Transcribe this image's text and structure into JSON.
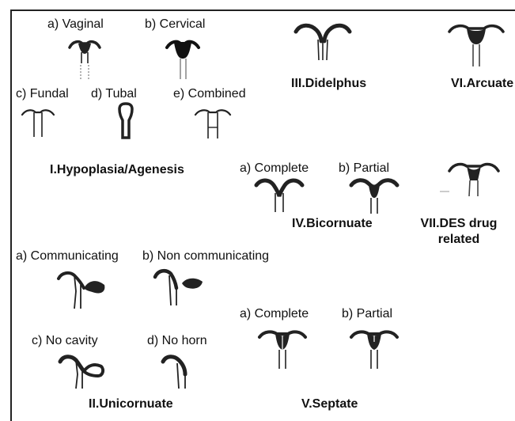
{
  "class_I": {
    "title": "I.Hypoplasia/Agenesis",
    "a": "a) Vaginal",
    "b": "b) Cervical",
    "c": "c) Fundal",
    "d": "d) Tubal",
    "e": "e) Combined"
  },
  "class_II": {
    "title": "II.Unicornuate",
    "a": "a) Communicating",
    "b": "b) Non communicating",
    "c": "c) No cavity",
    "d": "d) No horn"
  },
  "class_III": {
    "title": "III.Didelphus"
  },
  "class_IV": {
    "title": "IV.Bicornuate",
    "a": "a) Complete",
    "b": "b) Partial"
  },
  "class_V": {
    "title": "V.Septate",
    "a": "a) Complete",
    "b": "b) Partial"
  },
  "class_VI": {
    "title": "VI.Arcuate"
  },
  "class_VII": {
    "title_line1": "VII.DES drug",
    "title_line2": "related"
  }
}
